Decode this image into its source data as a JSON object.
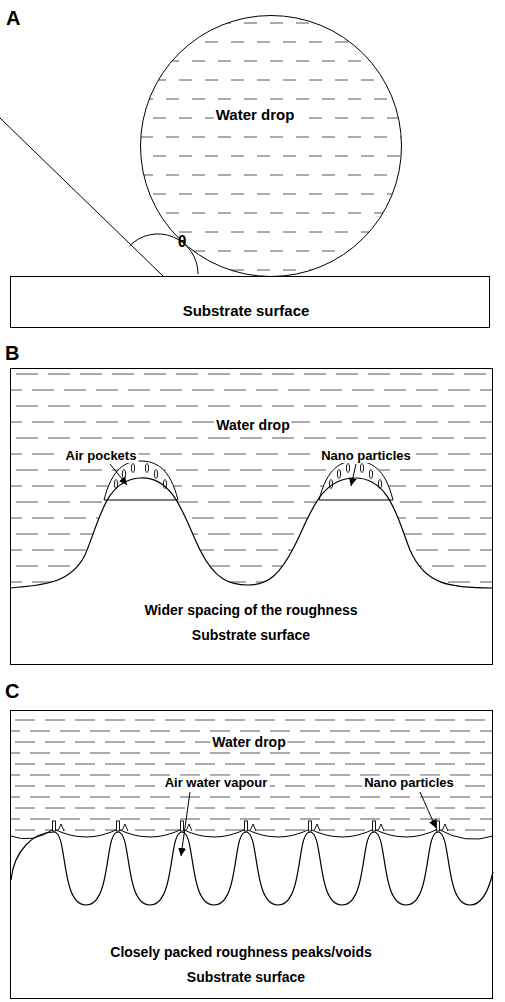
{
  "diagram": {
    "nodes": [
      {
        "text": [
          "Water drop"
        ]
      },
      {
        "text": [
          "Substrate surface"
        ]
      },
      {
        "text": [
          "B",
          "Water drop",
          "Air pockets",
          "Nano particles",
          "Wider spacing of the roughness",
          "Substrate surface"
        ]
      },
      {
        "text": [
          "C",
          "Water drop",
          "Air water vapour",
          "Nano particles",
          "Closely packed roughness peaks/voids",
          "Substrate surface"
        ]
      }
    ],
    "labels": [
      "A",
      "θ"
    ]
  }
}
